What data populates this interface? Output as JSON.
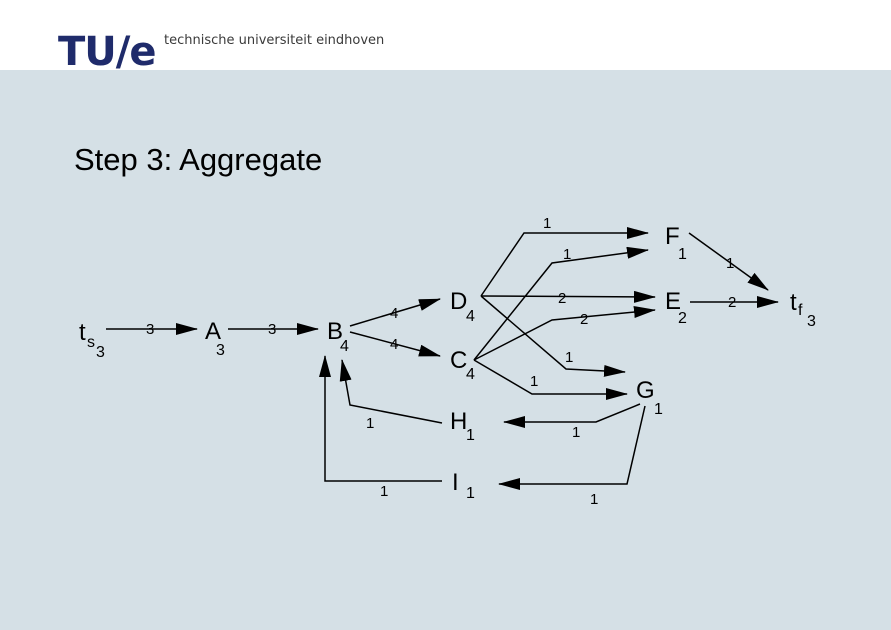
{
  "header": {
    "logo_text": "TU/e",
    "tagline": "technische universiteit eindhoven"
  },
  "slide": {
    "title": "Step 3: Aggregate"
  },
  "graph": {
    "nodes": [
      {
        "id": "ts",
        "label": "t",
        "subscript": "s",
        "value": "3"
      },
      {
        "id": "A",
        "label": "A",
        "value": "3"
      },
      {
        "id": "B",
        "label": "B",
        "value": "4"
      },
      {
        "id": "C",
        "label": "C",
        "value": "4"
      },
      {
        "id": "D",
        "label": "D",
        "value": "4"
      },
      {
        "id": "E",
        "label": "E",
        "value": "2"
      },
      {
        "id": "F",
        "label": "F",
        "value": "1"
      },
      {
        "id": "G",
        "label": "G",
        "value": "1"
      },
      {
        "id": "H",
        "label": "H",
        "value": "1"
      },
      {
        "id": "I",
        "label": "I",
        "value": "1"
      },
      {
        "id": "tf",
        "label": "t",
        "subscript": "f",
        "value": "3"
      }
    ],
    "edges": [
      {
        "from": "ts",
        "to": "A",
        "weight": "3"
      },
      {
        "from": "A",
        "to": "B",
        "weight": "3"
      },
      {
        "from": "B",
        "to": "D",
        "weight": "4"
      },
      {
        "from": "B",
        "to": "C",
        "weight": "4"
      },
      {
        "from": "D",
        "to": "F",
        "weight": "1"
      },
      {
        "from": "C",
        "to": "F",
        "weight": "1"
      },
      {
        "from": "D",
        "to": "E",
        "weight": "2"
      },
      {
        "from": "C",
        "to": "E",
        "weight": "2"
      },
      {
        "from": "D",
        "to": "G",
        "weight": "1"
      },
      {
        "from": "C",
        "to": "G",
        "weight": "1"
      },
      {
        "from": "F",
        "to": "tf",
        "weight": "1"
      },
      {
        "from": "E",
        "to": "tf",
        "weight": "2"
      },
      {
        "from": "G",
        "to": "H",
        "weight": "1"
      },
      {
        "from": "G",
        "to": "I",
        "weight": "1"
      },
      {
        "from": "H",
        "to": "B",
        "weight": "1"
      },
      {
        "from": "I",
        "to": "B",
        "weight": "1"
      }
    ]
  }
}
